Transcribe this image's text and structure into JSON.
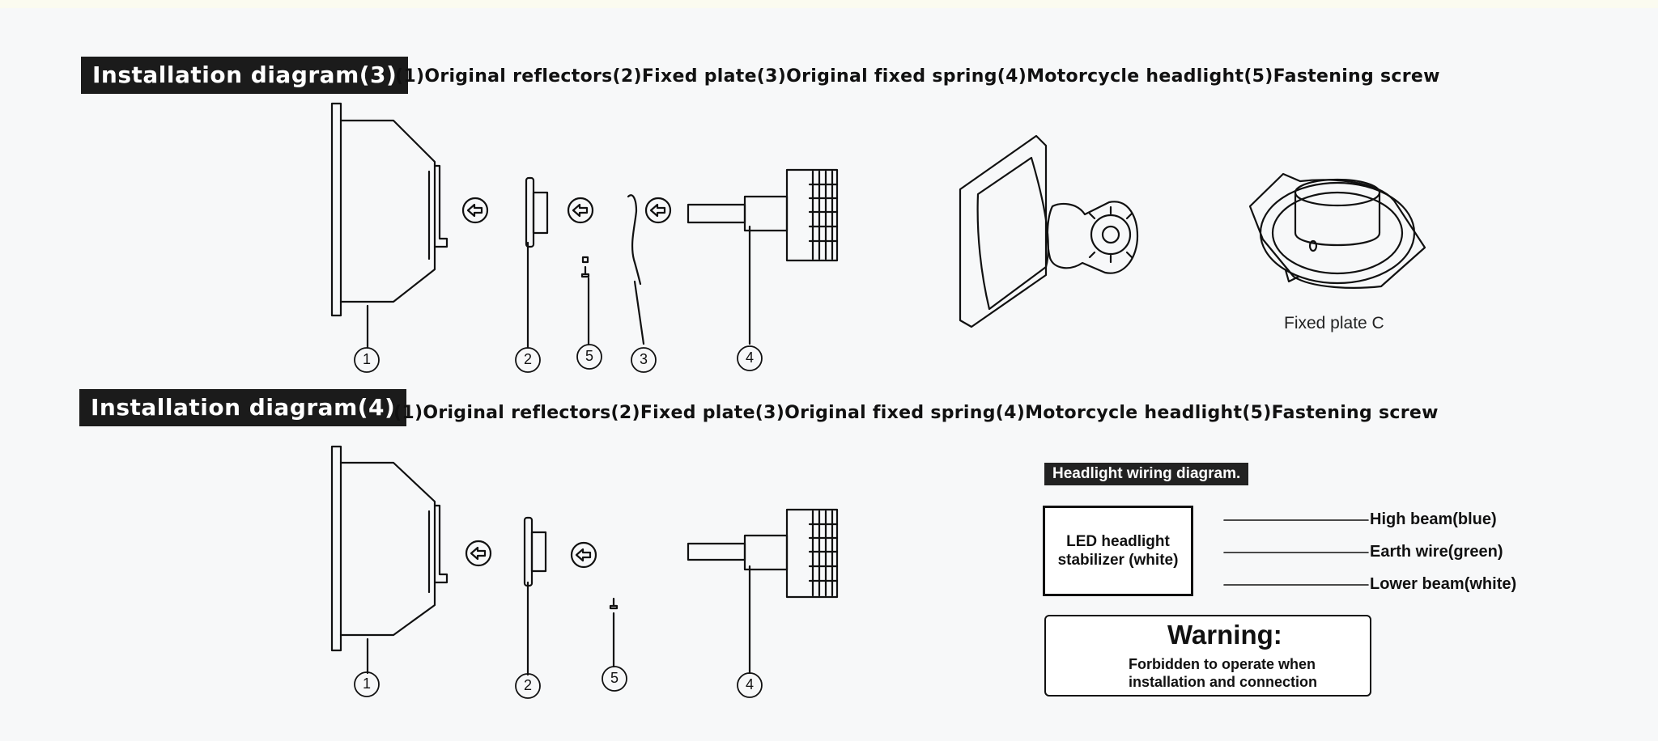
{
  "diagram3": {
    "title": "Installation diagram(3)",
    "legend": "(1)Original reflectors(2)Fixed plate(3)Original fixed spring(4)Motorcycle headlight(5)Fastening screw",
    "callouts": [
      "1",
      "2",
      "5",
      "3",
      "4"
    ]
  },
  "diagram4": {
    "title": "Installation diagram(4)",
    "legend": "(1)Original reflectors(2)Fixed plate(3)Original fixed spring(4)Motorcycle headlight(5)Fastening screw",
    "callouts": [
      "1",
      "2",
      "5",
      "4"
    ]
  },
  "fixed_plate_caption": "Fixed plate C",
  "wiring": {
    "title": "Headlight wiring diagram.",
    "stabilizer_line1": "LED headlight",
    "stabilizer_line2": "stabilizer (white)",
    "wires": [
      "High beam(blue)",
      "Earth wire(green)",
      "Lower beam(white)"
    ]
  },
  "warning": {
    "title": "Warning:",
    "line1": "Forbidden to operate when",
    "line2": "installation and connection"
  }
}
